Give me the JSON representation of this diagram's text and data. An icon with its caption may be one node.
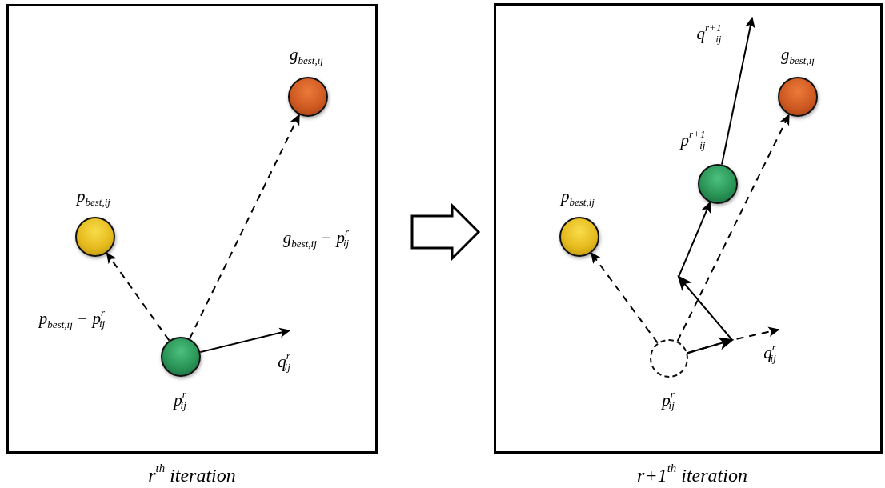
{
  "diagram": {
    "nodes": [
      {
        "text": [
          "r$^{th}$ iteration"
        ]
      },
      {
        "text": [
          "p$_{best,ij}$"
        ],
        "in": 0
      },
      {
        "text": [
          "g$_{best,ij}$"
        ],
        "in": 0
      },
      {
        "text": [
          "p$^{r}$$_{ij}$"
        ],
        "in": 0
      },
      {
        "text": [
          "r+1$^{th}$ iteration"
        ]
      },
      {
        "text": [
          "p$_{best,ij}$"
        ],
        "in": 4
      },
      {
        "text": [
          "g$_{best,ij}$"
        ],
        "in": 4
      },
      {
        "text": [
          "p$^{r+1}$$_{ij}$"
        ],
        "in": 4
      },
      {
        "text": [
          "p$^{r}$$_{ij}$"
        ],
        "in": 4
      }
    ],
    "edges": [
      {
        "from": 0,
        "to": 4,
        "arrow": "to",
        "style": "thick"
      },
      {
        "from": 3,
        "to": 1,
        "arrow": "to",
        "style": "dashed",
        "label": "p$_{best,ij}$ − p$^{r}$$_{ij}$"
      },
      {
        "from": 3,
        "to": 2,
        "arrow": "to",
        "style": "dashed",
        "label": "g$_{best,ij}$ − p$^{r}$$_{ij}$"
      },
      {
        "from": 3,
        "to": null,
        "arrow": "to",
        "label": "q$^{r}$$_{ij}$"
      },
      {
        "from": 8,
        "to": 5,
        "arrow": "to",
        "style": "dashed"
      },
      {
        "from": 8,
        "to": 6,
        "arrow": "to",
        "style": "dashed"
      },
      {
        "from": 8,
        "to": null,
        "arrow": "to",
        "style": "dashed",
        "label": "q$^{r}$$_{ij}$"
      },
      {
        "from": 8,
        "to": 7,
        "arrow": "to"
      },
      {
        "from": 7,
        "to": null,
        "arrow": "to",
        "label": "q$^{r+1}$$_{ij}$"
      }
    ]
  }
}
